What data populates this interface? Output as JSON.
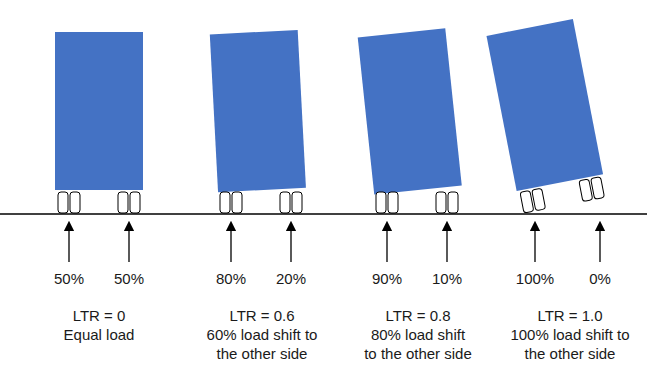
{
  "diagram": {
    "labels": [
      "50%",
      "50%",
      "80%",
      "20%",
      "90%",
      "10%",
      "100%",
      "0%",
      "LTR = 0",
      "Equal load",
      "LTR = 0.6",
      "60% load shift to",
      "the other side",
      "LTR = 0.8",
      "80% load shift",
      "to the other side",
      "LTR = 1.0",
      "100% load shift to",
      "the other side"
    ]
  }
}
